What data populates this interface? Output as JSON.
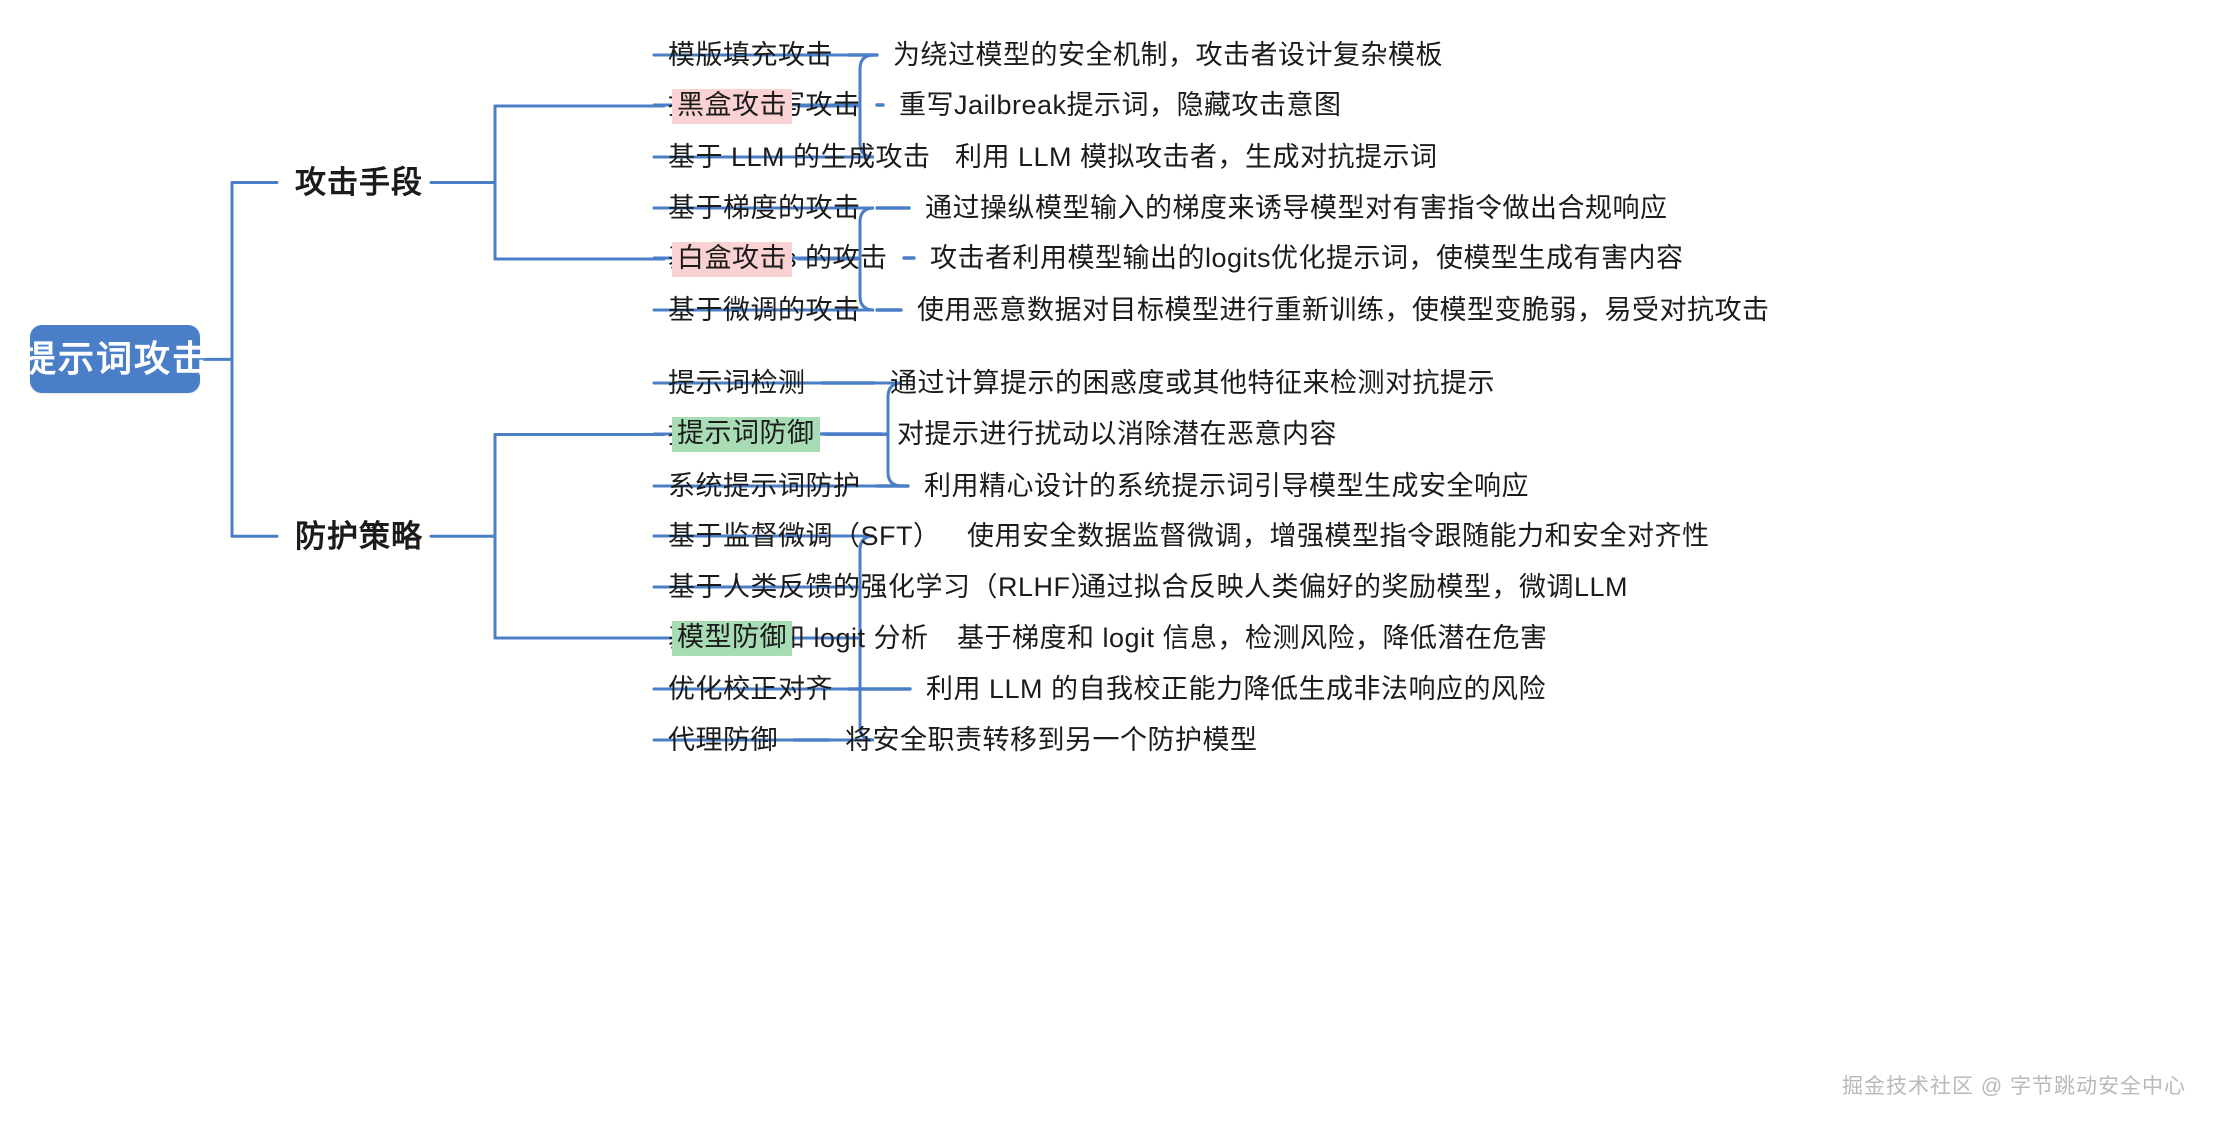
{
  "root": {
    "label": "提示词攻击",
    "color": "#4a7fc8",
    "text_color": "#ffffff"
  },
  "colors": {
    "connector": "#4a7fc8",
    "highlight_pink": "#fbd2d4",
    "highlight_green": "#a8dcb5",
    "text": "#1b1b1b",
    "background": "#fffffe",
    "watermark": "#b9b9b9"
  },
  "branches": [
    {
      "label": "攻击手段",
      "categories": [
        {
          "label": "黑盒攻击",
          "highlight": "pink",
          "items": [
            {
              "label": "模版填充攻击",
              "desc": "为绕过模型的安全机制，攻击者设计复杂模板"
            },
            {
              "label": "提示词重写攻击",
              "desc": "重写Jailbreak提示词，隐藏攻击意图"
            },
            {
              "label": "基于 LLM 的生成攻击",
              "desc": "利用 LLM 模拟攻击者，生成对抗提示词"
            }
          ]
        },
        {
          "label": "白盒攻击",
          "highlight": "pink",
          "items": [
            {
              "label": "基于梯度的攻击",
              "desc": "通过操纵模型输入的梯度来诱导模型对有害指令做出合规响应"
            },
            {
              "label": "基于 logits 的攻击",
              "desc": "攻击者利用模型输出的logits优化提示词，使模型生成有害内容"
            },
            {
              "label": "基于微调的攻击",
              "desc": "使用恶意数据对目标模型进行重新训练，使模型变脆弱，易受对抗攻击"
            }
          ]
        }
      ]
    },
    {
      "label": "防护策略",
      "categories": [
        {
          "label": "提示词防御",
          "highlight": "green",
          "items": [
            {
              "label": "提示词检测",
              "desc": "通过计算提示的困惑度或其他特征来检测对抗提示"
            },
            {
              "label": "提示词扰动",
              "desc": "对提示进行扰动以消除潜在恶意内容"
            },
            {
              "label": "系统提示词防护",
              "desc": "利用精心设计的系统提示词引导模型生成安全响应"
            }
          ]
        },
        {
          "label": "模型防御",
          "highlight": "green",
          "items": [
            {
              "label": "基于监督微调（SFT）",
              "desc": "使用安全数据监督微调，增强模型指令跟随能力和安全对齐性"
            },
            {
              "label": "基于人类反馈的强化学习（RLHF）",
              "desc": "通过拟合反映人类偏好的奖励模型，微调LLM"
            },
            {
              "label": "基于梯度和 logit 分析",
              "desc": "基于梯度和 logit 信息，检测风险，降低潜在危害"
            },
            {
              "label": "优化校正对齐",
              "desc": "利用 LLM 的自我校正能力降低生成非法响应的风险"
            },
            {
              "label": "代理防御",
              "desc": "将安全职责转移到另一个防护模型"
            }
          ]
        }
      ]
    }
  ],
  "watermark": "掘金技术社区 @ 字节跳动安全中心"
}
